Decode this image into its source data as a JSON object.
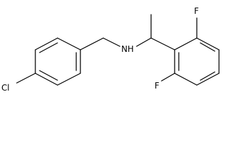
{
  "structure": {
    "atoms": {
      "chlorine": "Cl",
      "amine": "NH",
      "fluorine_top": "F",
      "fluorine_bottom": "F"
    }
  },
  "colors": {
    "background": "#ffffff",
    "bond": "#000000",
    "label": "#000000"
  }
}
